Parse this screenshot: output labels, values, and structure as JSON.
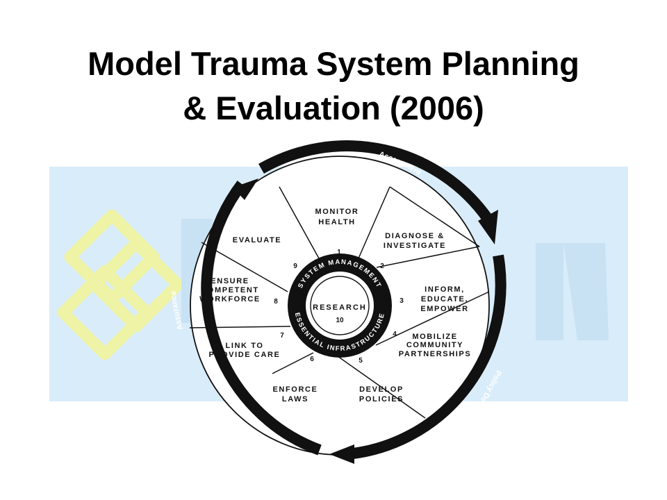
{
  "slide": {
    "title_line1": "Model Trauma System Planning",
    "title_line2": "& Evaluation (2006)"
  },
  "colors": {
    "background_band": "#d9ecf9",
    "watermark_logo": "#eef3a6",
    "watermark_text": "#c8e2f4",
    "wheel_stroke": "#111111",
    "arrow_fill": "#111111"
  },
  "diagram": {
    "center_label": "RESEARCH",
    "center_number": "10",
    "ring_top_label": "SYSTEM MANAGEMENT",
    "ring_bottom_label": "ESSENTIAL INFRASTRUCTURE",
    "segments": [
      {
        "number": "1",
        "lines": [
          "MONITOR",
          "HEALTH"
        ]
      },
      {
        "number": "2",
        "lines": [
          "DIAGNOSE &",
          "INVESTIGATE"
        ]
      },
      {
        "number": "3",
        "lines": [
          "INFORM,",
          "EDUCATE,",
          "EMPOWER"
        ]
      },
      {
        "number": "4",
        "lines": [
          "MOBILIZE",
          "COMMUNITY",
          "PARTNERSHIPS"
        ]
      },
      {
        "number": "5",
        "lines": [
          "DEVELOP",
          "POLICIES"
        ]
      },
      {
        "number": "6",
        "lines": [
          "ENFORCE",
          "LAWS"
        ]
      },
      {
        "number": "7",
        "lines": [
          "LINK TO",
          "PROVIDE CARE"
        ]
      },
      {
        "number": "8",
        "lines": [
          "ENSURE",
          "COMPETENT",
          "WORKFORCE"
        ]
      },
      {
        "number": "9",
        "lines": [
          "EVALUATE"
        ]
      }
    ],
    "cycle_labels": {
      "assessment": "Assessment",
      "policy_development": "Policy Development",
      "assurance": "Assurance"
    }
  }
}
